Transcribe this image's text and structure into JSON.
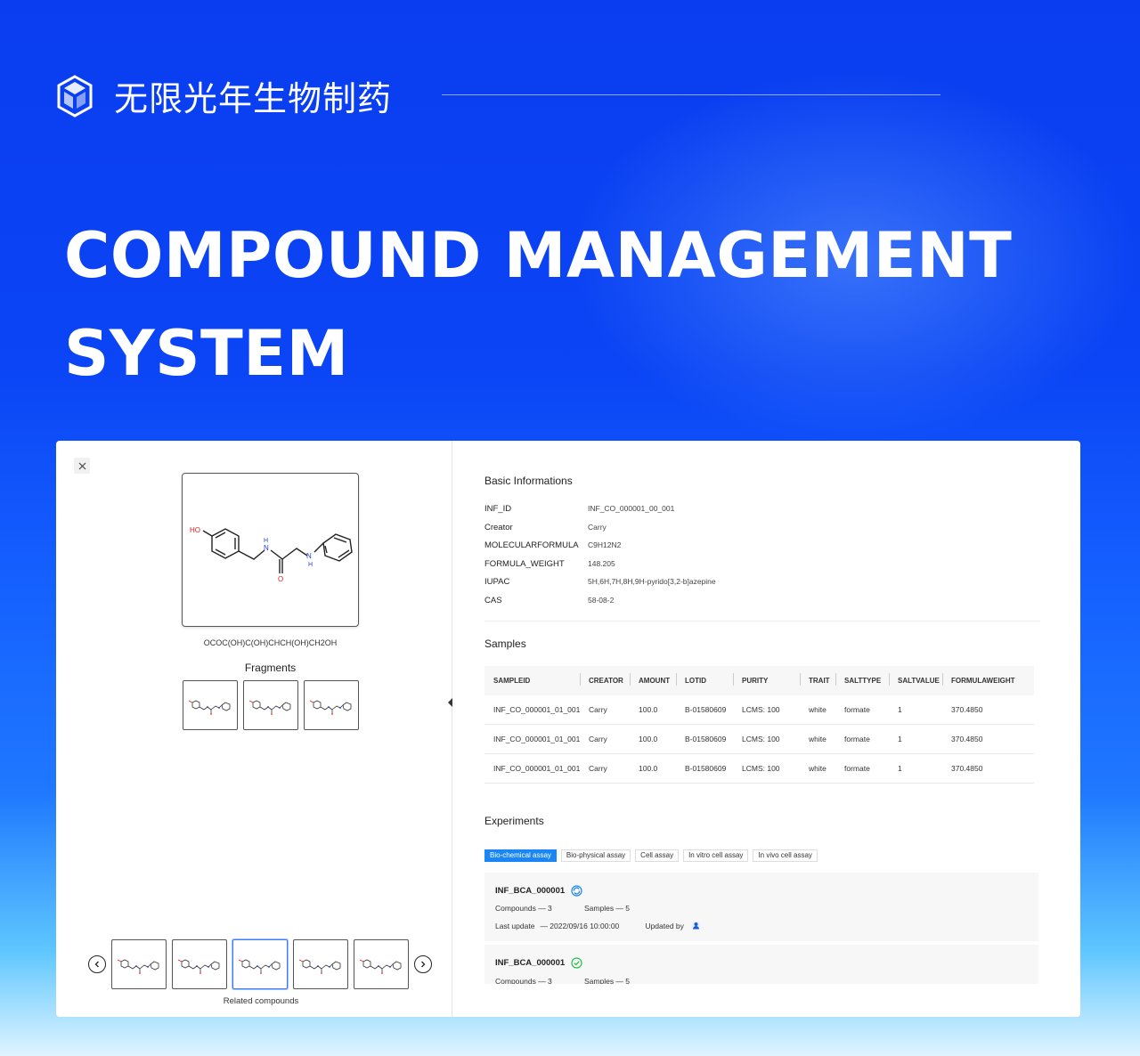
{
  "brand": {
    "name": "无限光年生物制药",
    "logo_icon": "cube-logo-icon"
  },
  "hero": {
    "line1": "COMPOUND MANAGEMENT",
    "line2": "SYSTEM"
  },
  "left_panel": {
    "close_icon": "close-icon",
    "smiles": "OCOC(OH)C(OH)CHCH(OH)CH2OH",
    "fragments_title": "Fragments",
    "related_label": "Related compounds",
    "atom_labels": {
      "ho": "HO",
      "n1": "N",
      "n1h": "H",
      "o": "O",
      "n2": "N",
      "n2h": "H"
    }
  },
  "basic": {
    "title": "Basic Informations",
    "rows": [
      {
        "key": "INF_ID",
        "value": "INF_CO_000001_00_001"
      },
      {
        "key": "Creator",
        "value": "Carry"
      },
      {
        "key": "MOLECULARFORMULA",
        "value": "C9H12N2"
      },
      {
        "key": "FORMULA_WEIGHT",
        "value": "148.205"
      },
      {
        "key": "IUPAC",
        "value": "5H,6H,7H,8H,9H-pyrido[3,2-b]azepine"
      },
      {
        "key": "CAS",
        "value": "58-08-2"
      }
    ]
  },
  "samples": {
    "title": "Samples",
    "headers": [
      "SAMPLEID",
      "CREATOR",
      "AMOUNT",
      "LOTID",
      "PURITY",
      "TRAIT",
      "SALTTYPE",
      "SALTVALUE",
      "FORMULAWEIGHT"
    ],
    "rows": [
      [
        "INF_CO_000001_01_001",
        "Carry",
        "100.0",
        "B-01580609",
        "LCMS: 100",
        "white",
        "formate",
        "1",
        "370.4850"
      ],
      [
        "INF_CO_000001_01_001",
        "Carry",
        "100.0",
        "B-01580609",
        "LCMS: 100",
        "white",
        "formate",
        "1",
        "370.4850"
      ],
      [
        "INF_CO_000001_01_001",
        "Carry",
        "100.0",
        "B-01580609",
        "LCMS: 100",
        "white",
        "formate",
        "1",
        "370.4850"
      ]
    ]
  },
  "experiments": {
    "title": "Experiments",
    "tabs": [
      "Bio-chemical assay",
      "Bio-physical assay",
      "Cell assay",
      "In vitro cell assay",
      "In vivo cell assay"
    ],
    "active_tab": 0,
    "cards": [
      {
        "id": "INF_BCA_000001",
        "status": "in-progress",
        "status_icon": "sync-icon",
        "compounds": "Compounds — 3",
        "samples": "Samples — 5",
        "last_update_label": "Last update",
        "last_update": "— 2022/09/16 10:00:00",
        "updated_by": "Updated by"
      },
      {
        "id": "INF_BCA_000001",
        "status": "done",
        "status_icon": "check-circle-icon",
        "compounds": "Compounds — 3",
        "samples": "Samples — 5"
      }
    ]
  },
  "colors": {
    "accent": "#1a86f5",
    "success": "#2bbf4a",
    "bg_top": "#0a3df0",
    "bg_bottom": "#dff4ff"
  }
}
